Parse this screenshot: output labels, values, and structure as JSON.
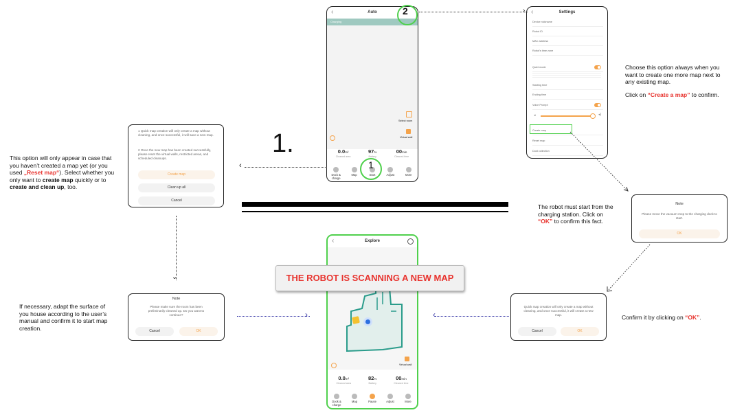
{
  "step_number": "1.",
  "banner": "THE ROBOT IS SCANNING A NEW MAP",
  "phone1": {
    "title": "Auto",
    "top_bar_text": "Charging",
    "badge_top": "2",
    "badge_bottom": "1",
    "select_room": "Select room",
    "virtual_wall": "Virtual wall",
    "stats": [
      {
        "value": "0.0",
        "unit": "m²",
        "label": "Cleaned area"
      },
      {
        "value": "97",
        "unit": "%",
        "label": "Battery"
      },
      {
        "value": "00",
        "unit": "min",
        "label": "Cleaned time"
      }
    ],
    "nav": [
      "Dock & charge",
      "Map",
      "Start",
      "Adjust",
      "More"
    ]
  },
  "phone2": {
    "title": "Explore",
    "virtual_wall": "Virtual wall",
    "stats": [
      {
        "value": "0.0",
        "unit": "m²",
        "label": "Cleaned area"
      },
      {
        "value": "82",
        "unit": "%",
        "label": "Battery"
      },
      {
        "value": "00",
        "unit": "min",
        "label": "Cleaned time"
      }
    ],
    "nav": [
      "Dock & charge",
      "Map",
      "Pause",
      "Adjust",
      "More"
    ]
  },
  "settings": {
    "title": "Settings",
    "rows": [
      {
        "label": "Device nickname",
        "value": ""
      },
      {
        "label": "Robot ID",
        "value": ""
      },
      {
        "label": "MAC address",
        "value": ""
      },
      {
        "label": "Robot's time zone",
        "value": ""
      },
      {
        "label": "Quiet mode",
        "value": ""
      },
      {
        "label": "Starting time",
        "value": ""
      },
      {
        "label": "Ending time",
        "value": ""
      },
      {
        "label": "Voice Prompt",
        "value": ""
      },
      {
        "label": "Create map",
        "value": ""
      },
      {
        "label": "Reset map",
        "value": ""
      },
      {
        "label": "Dust collection",
        "value": ""
      }
    ]
  },
  "dialog_left": {
    "p1": "1 Quick map creation will only create a map without cleaning, and once successful, it will save a new map.",
    "p2": "2 Once the new map has been created successfully, please reset the virtual walls, restricted areas, and scheduled cleanups.",
    "btn_create": "Create map",
    "btn_clean": "Clean up all",
    "btn_cancel": "Cancel"
  },
  "dialog_note_right": {
    "title": "Note",
    "body": "Please move the vacuum-mop to the charging dock to start.",
    "ok": "OK"
  },
  "dialog_quick_right": {
    "body": "Quick map creation will only create a map without cleaning, and once successful, it will create a new map.",
    "cancel": "Cancel",
    "ok": "OK"
  },
  "dialog_note_left": {
    "title": "Note",
    "body": "Please make sure the room has been preliminarily cleaned up. Do you want to continue?",
    "cancel": "Cancel",
    "ok": "OK"
  },
  "notes": {
    "left_a": "This option will only appear in case that you haven’t created a map yet (or you used ",
    "left_reset": "„Reset map“",
    "left_b": "). Select whether you only want to ",
    "left_create": "create map",
    "left_c": " quickly or to ",
    "left_clean": "create and clean up",
    "left_d": ", too.",
    "right_top_a": "Choose this option always when you want to create one more map next to any existing map.",
    "right_top_b": "Click on ",
    "right_top_create": "“Create a map”",
    "right_top_c": " to confirm.",
    "robot_a": "The robot must start from the charging station. Click on ",
    "robot_ok": "“OK”",
    "robot_b": " to confirm this fact.",
    "confirm_a": "Confirm it by clicking on ",
    "confirm_ok": "“OK”",
    "confirm_b": ".",
    "adapt": "If necessary, adapt the surface of you house according to the user’s manual and confirm it to start map creation."
  }
}
